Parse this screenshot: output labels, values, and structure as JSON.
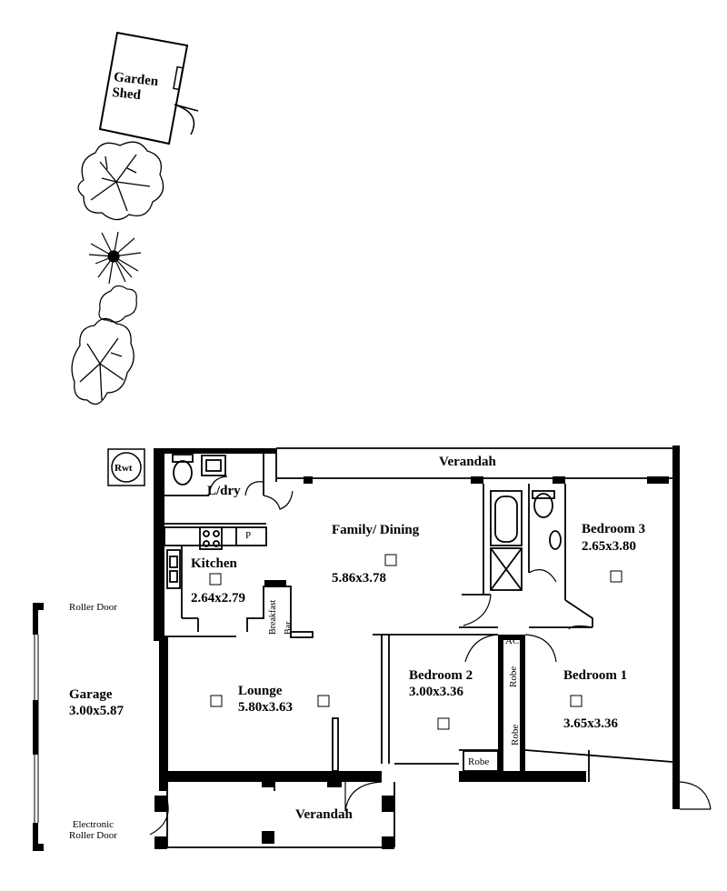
{
  "rooms": {
    "garden_shed": {
      "line1": "Garden",
      "line2": "Shed"
    },
    "verandah_top": "Verandah",
    "laundry": "L/dry",
    "pantry": "P",
    "kitchen": {
      "name": "Kitchen",
      "size": "2.64x2.79"
    },
    "breakfast_bar": {
      "line1": "Breakfast",
      "line2": "Bar"
    },
    "family_dining": {
      "name": "Family/ Dining",
      "size": "5.86x3.78"
    },
    "bedroom3": {
      "name": "Bedroom 3",
      "size": "2.65x3.80"
    },
    "lounge": {
      "name": "Lounge",
      "size": "5.80x3.63"
    },
    "bedroom2": {
      "name": "Bedroom 2",
      "size": "3.00x3.36"
    },
    "bedroom1": {
      "name": "Bedroom 1",
      "size": "3.65x3.36"
    },
    "ac": "AC",
    "robe1": "Robe",
    "robe2": "Robe",
    "robe3": "Robe",
    "garage": {
      "name": "Garage",
      "size": "3.00x5.87"
    },
    "roller_door": "Roller Door",
    "electronic_roller_door": {
      "line1": "Electronic",
      "line2": "Roller Door"
    },
    "verandah_bottom": "Verandah",
    "rwt": "Rwt"
  }
}
